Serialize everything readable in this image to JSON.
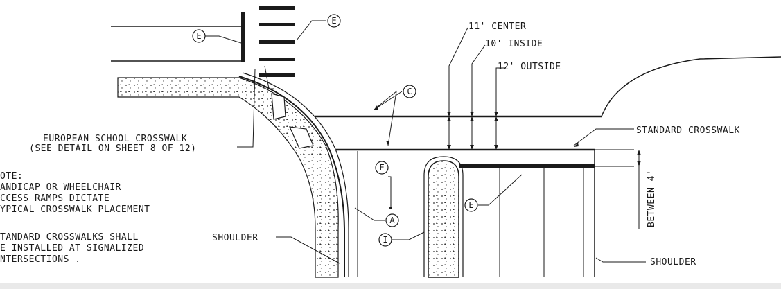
{
  "labels": {
    "center": "11' CENTER",
    "inside": "10' INSIDE",
    "outside": "12' OUTSIDE",
    "standard_crosswalk": "STANDARD CROSSWALK",
    "between": "BETWEEN 4'",
    "european_line1": "EUROPEAN SCHOOL CROSSWALK",
    "european_line2": "(SEE DETAIL ON SHEET 8 OF 12)",
    "shoulder_left": "SHOULDER",
    "shoulder_right": "SHOULDER"
  },
  "note": {
    "lines": [
      "OTE:",
      "ANDICAP OR WHEELCHAIR",
      "CCESS RAMPS DICTATE",
      "YPICAL CROSSWALK PLACEMENT",
      "TANDARD CROSSWALKS SHALL",
      "E INSTALLED AT SIGNALIZED",
      "NTERSECTIONS ."
    ]
  },
  "callouts": {
    "e_top_left": "E",
    "e_top_right": "E",
    "c": "C",
    "f": "F",
    "a": "A",
    "i": "I",
    "e_bottom": "E"
  }
}
